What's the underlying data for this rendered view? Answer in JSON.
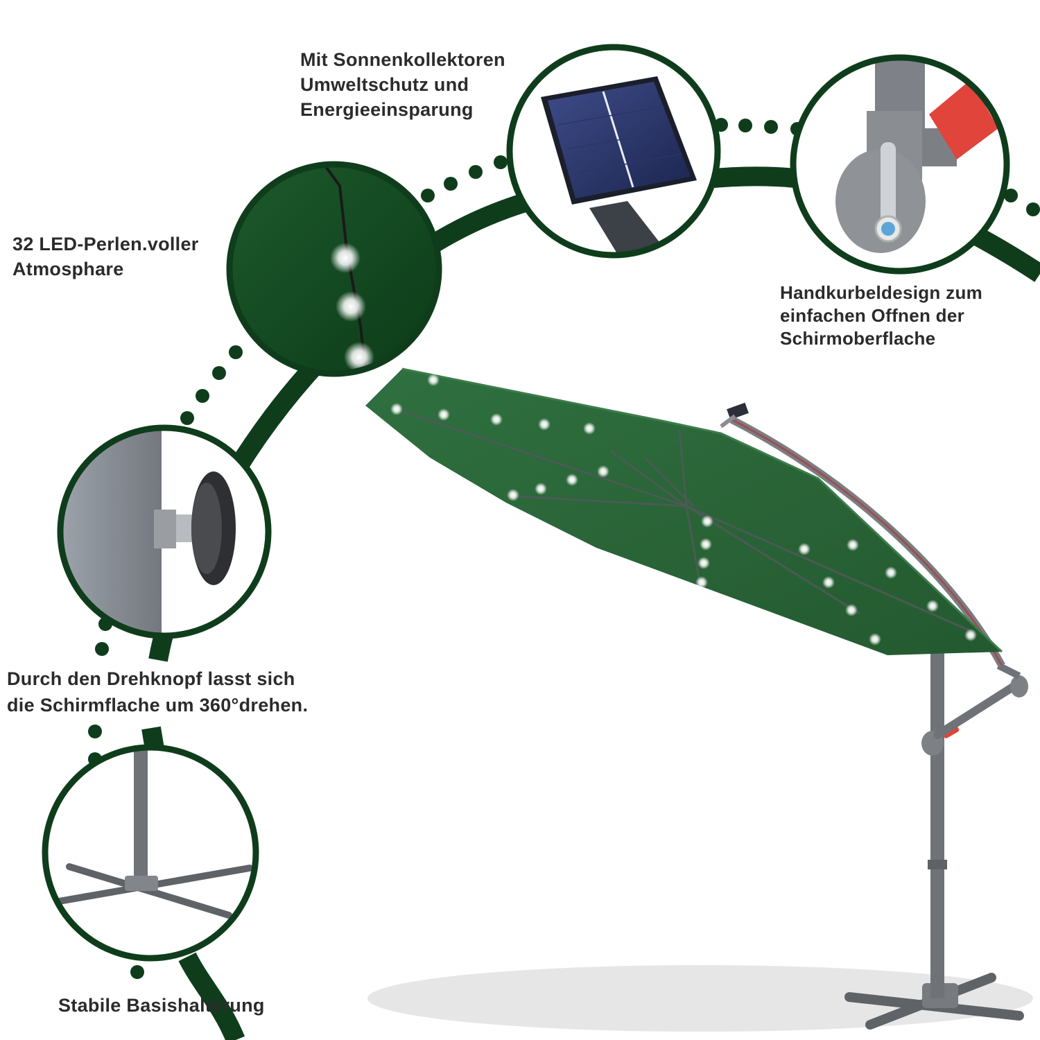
{
  "colors": {
    "brand_green": "#0f3d1c",
    "canopy_green": "#2e6b3a",
    "pole_gray": "#6f7378",
    "crank_red": "#e0443a",
    "text": "#2b2b2b"
  },
  "features": {
    "solar": {
      "lines": [
        "Mit Sonnenkollektoren",
        "Umweltschutz und",
        "Energieeinsparung"
      ]
    },
    "crank": {
      "lines": [
        "Handkurbeldesign zum",
        "einfachen Offnen der",
        "Schirmoberflache"
      ]
    },
    "led": {
      "lines": [
        "32 LED-Perlen.voller",
        "Atmosphare"
      ]
    },
    "knob": {
      "lines": [
        "Durch den Drehknopf lasst sich",
        "die Schirmflache um 360°drehen."
      ]
    },
    "base": {
      "lines": [
        "Stabile Basishalterung"
      ]
    }
  }
}
